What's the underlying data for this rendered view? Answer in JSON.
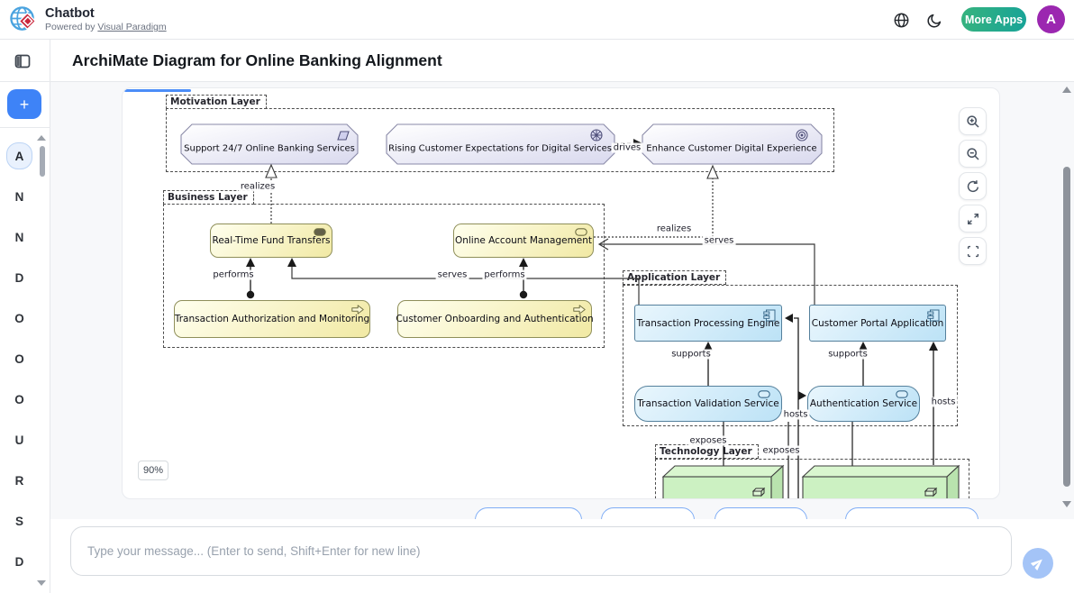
{
  "header": {
    "app_title": "Chatbot",
    "powered_by_prefix": "Powered by",
    "powered_by_link": "Visual Paradigm",
    "more_apps_label": "More Apps",
    "avatar_initial": "A",
    "icons": [
      "globe-icon",
      "dark-mode-moon-icon"
    ],
    "colors": {
      "more_apps_gradient_start": "#36b37e",
      "more_apps_gradient_end": "#17a398",
      "avatar_bg": "#9b27b0",
      "accent_blue": "#3e83f7"
    }
  },
  "sidebar": {
    "new_chat_label": "+",
    "items": [
      {
        "label": "A",
        "active": true
      },
      {
        "label": "N",
        "active": false
      },
      {
        "label": "N",
        "active": false
      },
      {
        "label": "D",
        "active": false
      },
      {
        "label": "O",
        "active": false
      },
      {
        "label": "O",
        "active": false
      },
      {
        "label": "O",
        "active": false
      },
      {
        "label": "U",
        "active": false
      },
      {
        "label": "R",
        "active": false
      },
      {
        "label": "S",
        "active": false
      },
      {
        "label": "D",
        "active": false
      }
    ]
  },
  "page": {
    "title": "ArchiMate Diagram for Online Banking Alignment",
    "zoom_level": "90%"
  },
  "diagram": {
    "layers": {
      "motivation": "Motivation Layer",
      "business": "Business Layer",
      "application": "Application Layer",
      "technology": "Technology Layer"
    },
    "nodes": {
      "m1": {
        "label": "Support 24/7 Online Banking Services",
        "icon": "resource-parallelogram-icon"
      },
      "m2": {
        "label": "Rising Customer Expectations for Digital Services",
        "icon": "driver-wheel-icon"
      },
      "m3": {
        "label": "Enhance Customer Digital Experience",
        "icon": "goal-target-icon"
      },
      "b1": {
        "label": "Real-Time Fund Transfers",
        "icon": "business-service-icon"
      },
      "b2": {
        "label": "Online Account Management",
        "icon": "business-service-icon"
      },
      "b3": {
        "label": "Transaction Authorization and Monitoring",
        "icon": "business-process-arrow-icon"
      },
      "b4": {
        "label": "Customer Onboarding and Authentication",
        "icon": "business-process-arrow-icon"
      },
      "a1": {
        "label": "Transaction Processing Engine",
        "icon": "application-component-icon"
      },
      "a2": {
        "label": "Customer Portal Application",
        "icon": "application-component-icon"
      },
      "a3": {
        "label": "Transaction Validation Service",
        "icon": "application-service-icon"
      },
      "a4": {
        "label": "Authentication Service",
        "icon": "application-service-icon"
      }
    },
    "edge_labels": {
      "realizes_a": "realizes",
      "drives": "drives",
      "realizes_b": "realizes",
      "serves_a": "serves",
      "performs_a": "performs",
      "serves_b": "serves",
      "performs_b": "performs",
      "supports_a": "supports",
      "supports_b": "supports",
      "hosts_a": "hosts",
      "hosts_b": "hosts",
      "exposes_a": "exposes",
      "exposes_b": "exposes"
    },
    "colors": {
      "motivation_fill": "#d9d9ee",
      "business_fill": "#f1e9a4",
      "application_fill": "#bce2f6",
      "technology_fill": "#ccf1c2"
    }
  },
  "controls": {
    "icons": [
      "zoom-in-icon",
      "zoom-out-icon",
      "reset-view-icon",
      "expand-icon",
      "fit-screen-icon"
    ]
  },
  "chat": {
    "input_placeholder": "Type your message... (Enter to send, Shift+Enter for new line)",
    "send_icon": "paper-plane-icon"
  }
}
